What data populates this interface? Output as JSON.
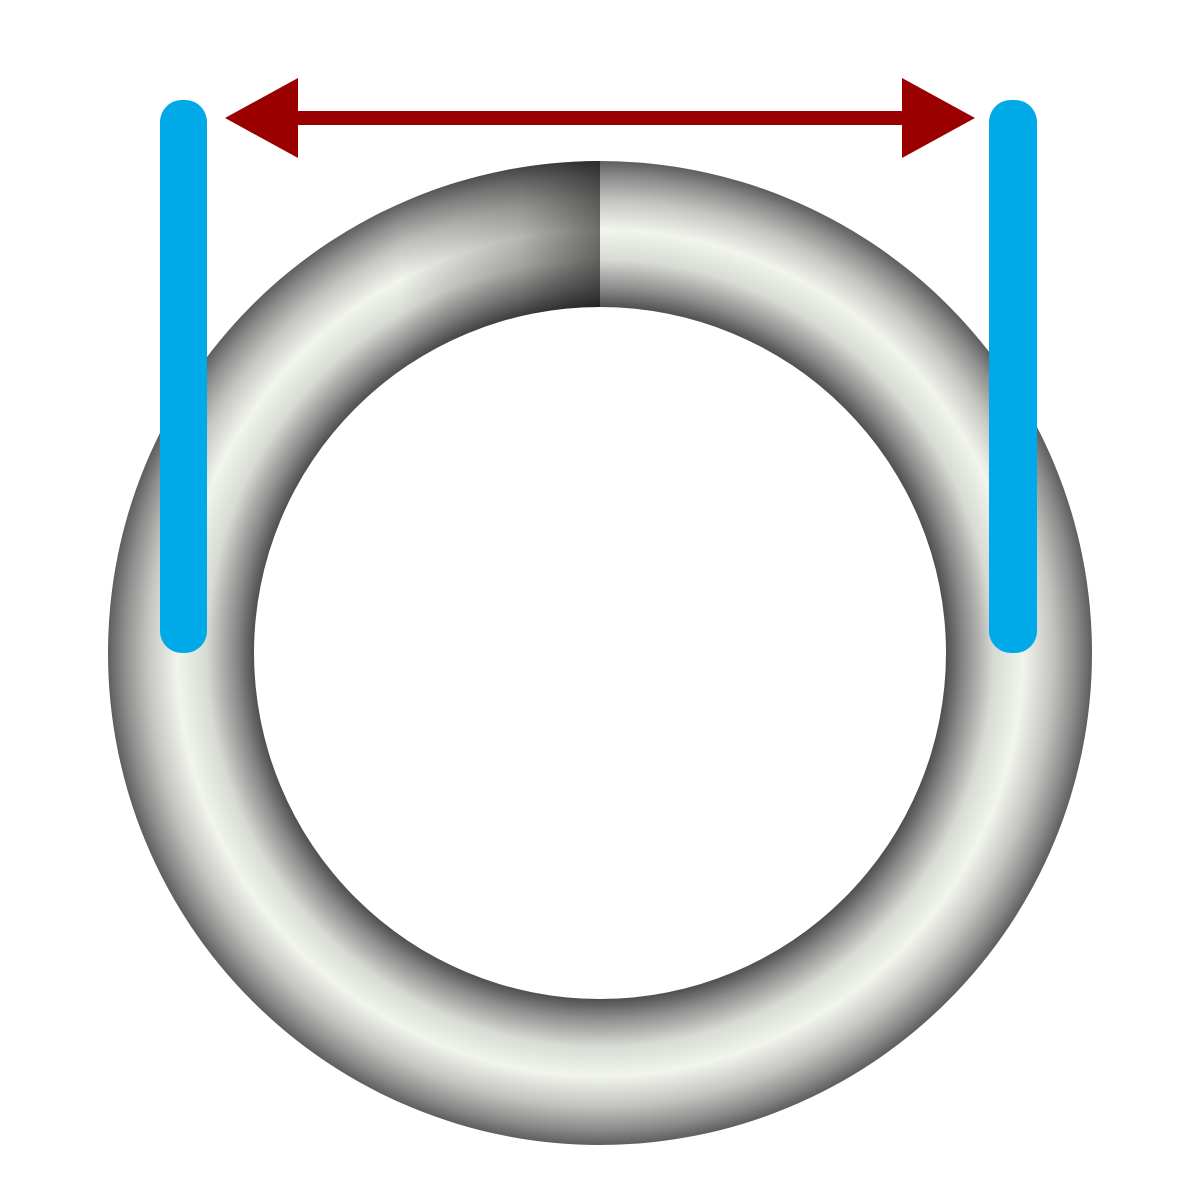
{
  "diagram": {
    "subject": "ring-width-measurement",
    "colors": {
      "ring_highlight": "#f2f4ee",
      "ring_shadow": "#5a5a5a",
      "measure_bar": "#00aae8",
      "arrow": "#9b0000",
      "background": "#ffffff"
    },
    "icons": [
      "ring-icon",
      "measure-bar-left",
      "measure-bar-right",
      "double-arrow-icon"
    ]
  }
}
